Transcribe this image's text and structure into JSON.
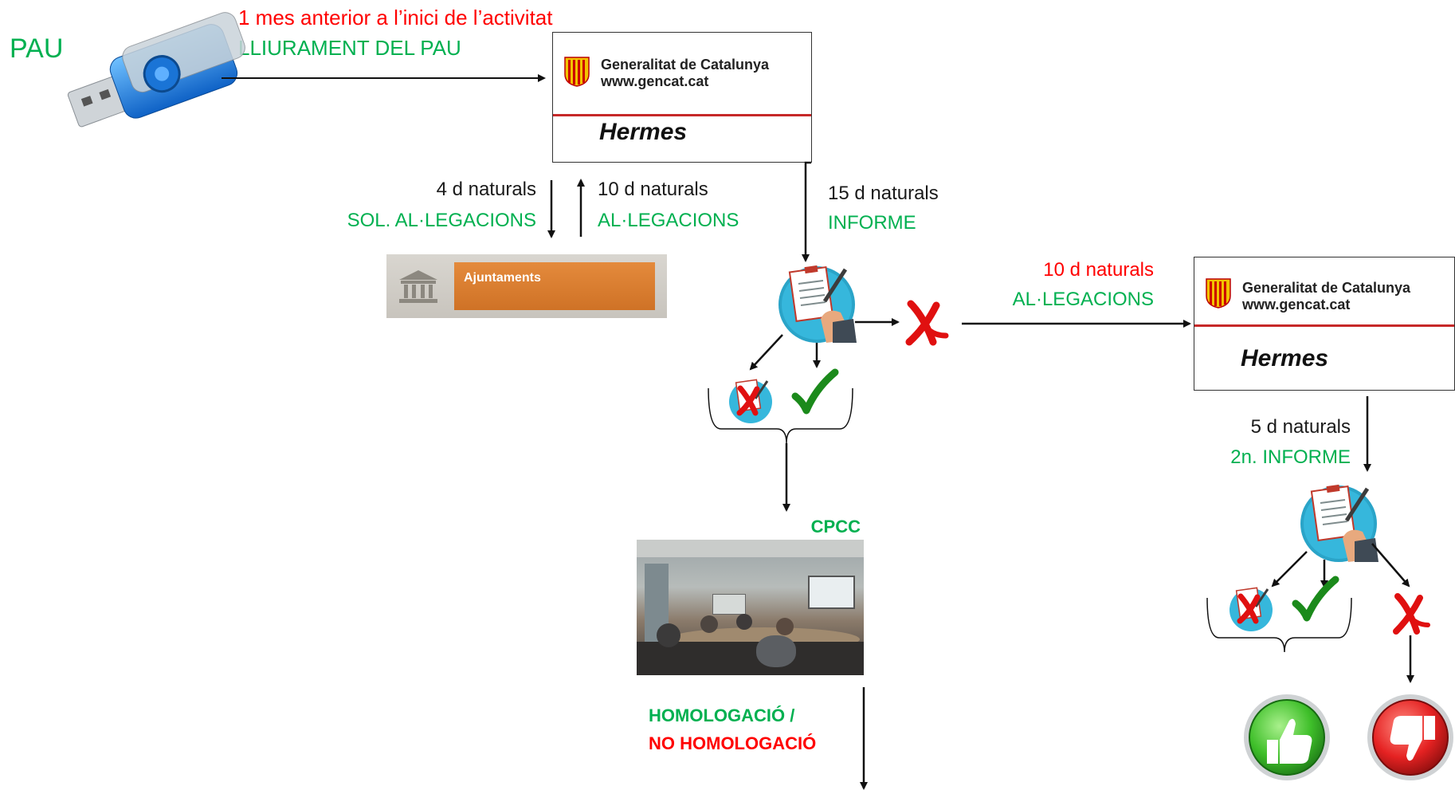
{
  "pau_label": "PAU",
  "top_timing": "1 mes anterior  a l’inici de l’activitat",
  "top_action": "LLIURAMENT DEL PAU",
  "hermes_box": {
    "org_line1": "Generalitat de Catalunya",
    "org_line2": "www.gencat.cat",
    "app_name": "Hermes"
  },
  "req_timing": "4 d naturals",
  "req_action": "SOL. AL·LEGACIONS",
  "resp_timing": "10 d naturals",
  "resp_action": "AL·LEGACIONS",
  "ajuntaments_label": "Ajuntaments",
  "informe_timing": "15 d naturals",
  "informe_action": "INFORME",
  "second_alleg_timing": "10 d naturals",
  "second_alleg_action": "AL·LEGACIONS",
  "second_informe_timing": "5 d naturals",
  "second_informe_action": "2n. INFORME",
  "cpcc_label": "CPCC",
  "homologacio_label": "HOMOLOGACIÓ /",
  "no_homologacio_label": "NO HOMOLOGACIÓ",
  "colors": {
    "red": "#ff0000",
    "green": "#00b050",
    "check_green": "#1b8a1b",
    "hermes_rule": "#c62828",
    "orange": "#d97b2e"
  },
  "icons": [
    "usb-drive-icon",
    "gencat-shield-icon",
    "town-hall-icon",
    "report-icon",
    "red-x-icon",
    "green-check-icon",
    "thumbs-up-icon",
    "thumbs-down-icon"
  ]
}
